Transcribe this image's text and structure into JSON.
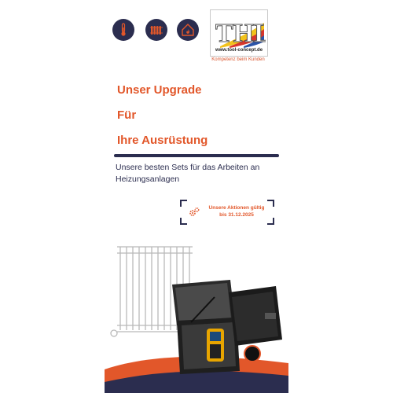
{
  "logo": {
    "url": "www.tool-concept.de",
    "tagline": "Kompetenz beim Kunden"
  },
  "headline": {
    "line1": "Unser Upgrade",
    "line2": "Für",
    "line3": "Ihre Ausrüstung"
  },
  "subtitle": "Unsere besten Sets für das Arbeiten an Heizungsanlagen",
  "badge": {
    "line1": "Unsere Aktionen gültig",
    "line2": "bis 31.12.2025"
  },
  "icons": [
    "thermometer-icon",
    "radiator-icon",
    "house-flame-icon",
    "gears-icon"
  ],
  "colors": {
    "accent": "#e2572a",
    "navy": "#2b2d4f"
  }
}
